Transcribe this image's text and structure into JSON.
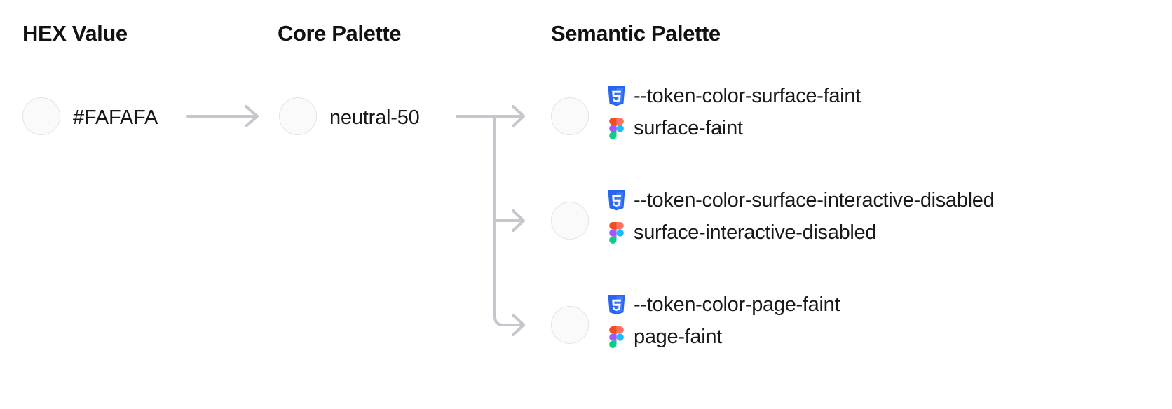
{
  "columns": {
    "hex": "HEX Value",
    "core": "Core Palette",
    "semantic": "Semantic Palette"
  },
  "hex_value": {
    "label": "#FAFAFA",
    "swatch_color": "#FAFAFA"
  },
  "core_value": {
    "label": "neutral-50",
    "swatch_color": "#FAFAFA"
  },
  "semantic_tokens": [
    {
      "swatch_color": "#FAFAFA",
      "css_icon": "css3-icon",
      "css_token": "--token-color-surface-faint",
      "figma_icon": "figma-icon",
      "figma_token": "surface-faint"
    },
    {
      "swatch_color": "#FAFAFA",
      "css_icon": "css3-icon",
      "css_token": "--token-color-surface-interactive-disabled",
      "figma_icon": "figma-icon",
      "figma_token": "surface-interactive-disabled"
    },
    {
      "swatch_color": "#FAFAFA",
      "css_icon": "css3-icon",
      "css_token": "--token-color-page-faint",
      "figma_icon": "figma-icon",
      "figma_token": "page-faint"
    }
  ],
  "theme": {
    "connector_color": "#c5c7d0",
    "swatch_border": "#e3e3e8",
    "text_color": "#18181b",
    "css_blue": "#2965F1",
    "css_blue_light": "#3B7BFC",
    "figma_orange": "#F24E1E",
    "figma_orange_light": "#FF7262",
    "figma_purple": "#A259FF",
    "figma_blue": "#1ABCFE",
    "figma_green": "#0ACF83"
  }
}
